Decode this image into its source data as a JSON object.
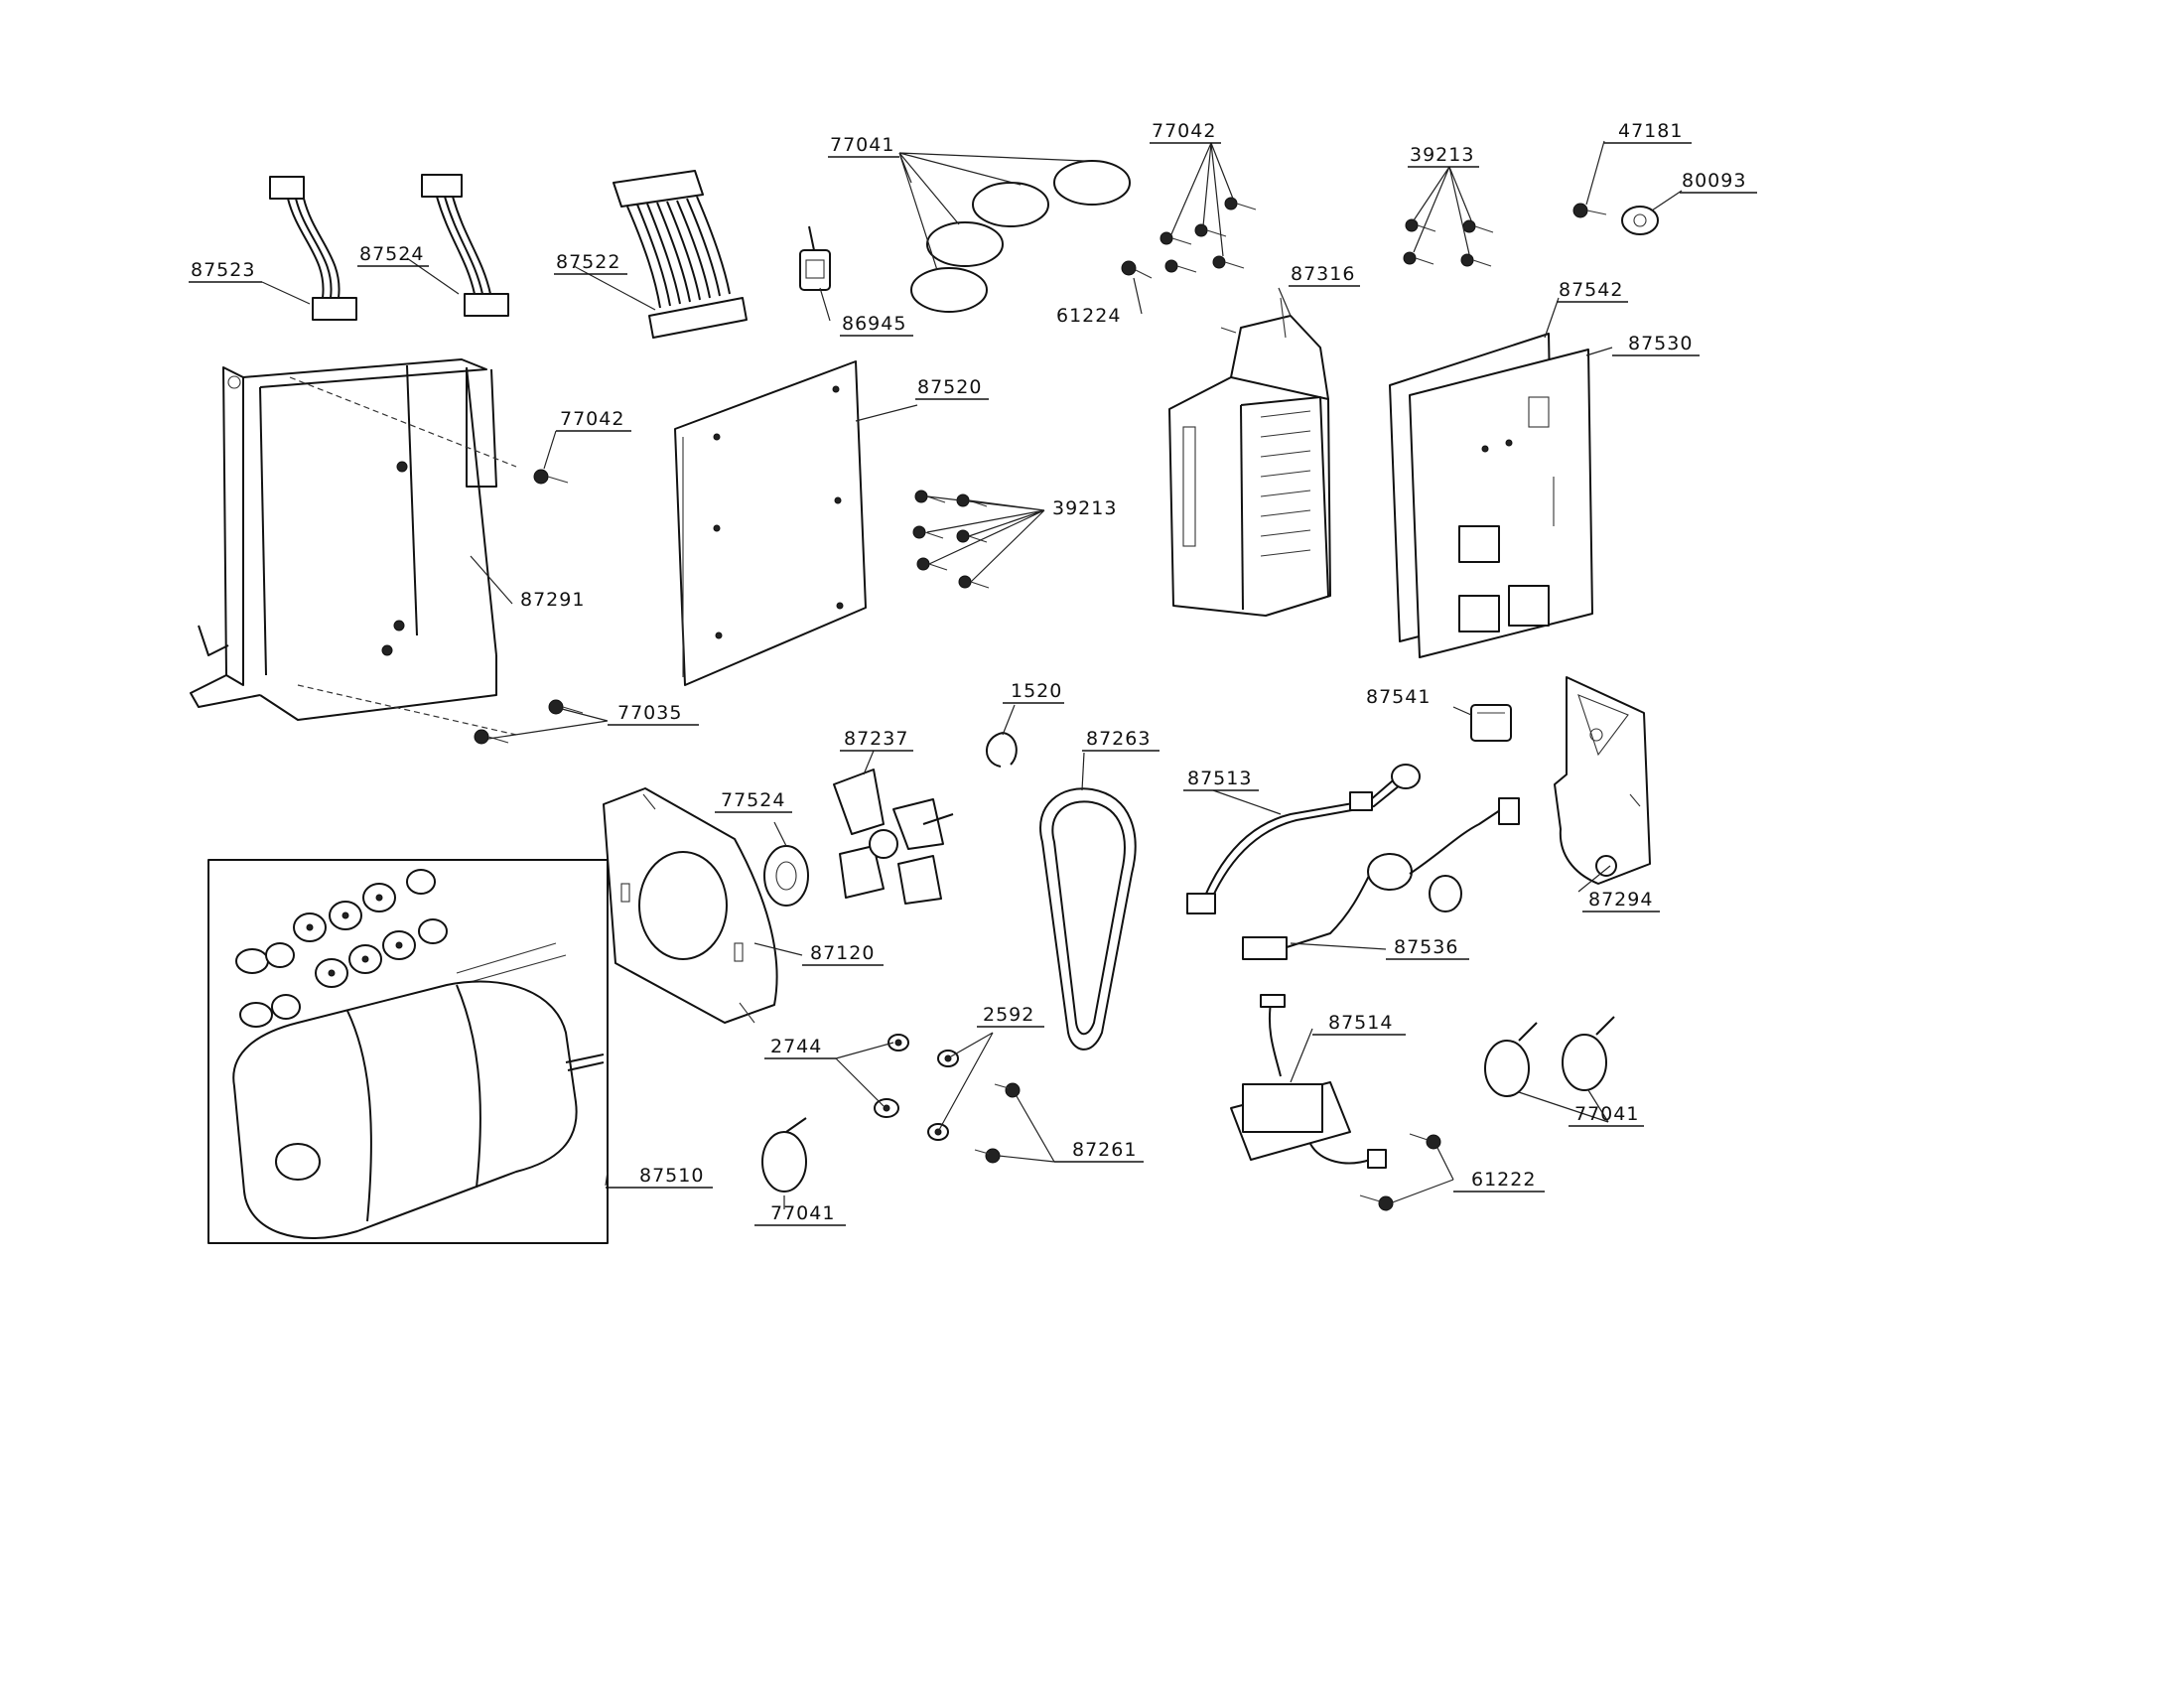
{
  "labels": {
    "p87523": "87523",
    "p87524": "87524",
    "p87522": "87522",
    "p77041_top": "77041",
    "p86945": "86945",
    "p77042_top": "77042",
    "p61224": "61224",
    "p39213_top": "39213",
    "p47181": "47181",
    "p80093": "80093",
    "p87316": "87316",
    "p87542": "87542",
    "p87530": "87530",
    "p77042_mid": "77042",
    "p87520": "87520",
    "p39213_mid": "39213",
    "p87291": "87291",
    "p77035": "77035",
    "p1520": "1520",
    "p87237": "87237",
    "p87263": "87263",
    "p87541": "87541",
    "p77524": "77524",
    "p87513": "87513",
    "p87294": "87294",
    "p87120": "87120",
    "p87536": "87536",
    "p2592": "2592",
    "p2744": "2744",
    "p87514": "87514",
    "p87261": "87261",
    "p77041_right": "77041",
    "p61222": "61222",
    "p87510": "87510",
    "p77041_bottom": "77041"
  }
}
